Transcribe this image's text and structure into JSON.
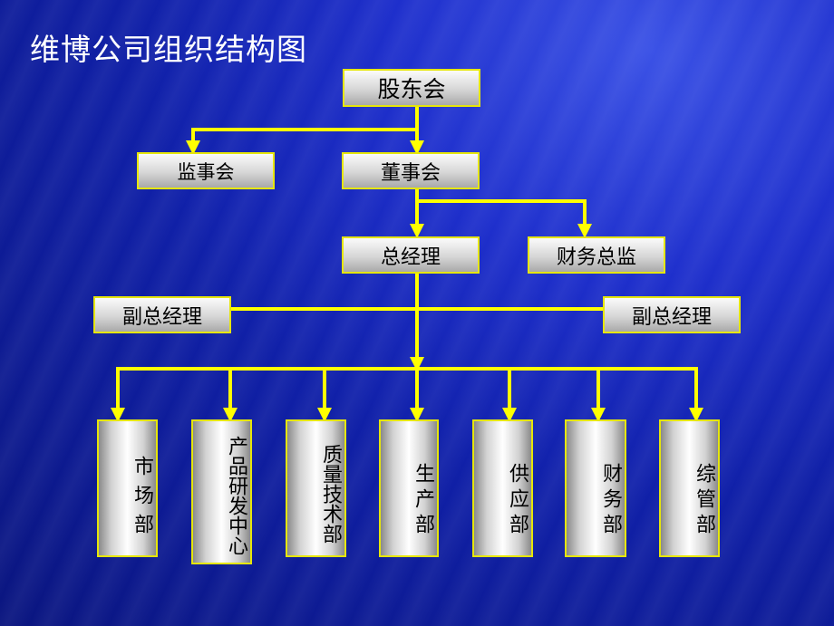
{
  "title": "维博公司组织结构图",
  "nodes": {
    "shareholders": "股东会",
    "supervisors": "监事会",
    "board": "董事会",
    "gm": "总经理",
    "cfo": "财务总监",
    "vgm_left": "副总经理",
    "vgm_right": "副总经理"
  },
  "departments": [
    "市场部",
    "产品研发中心",
    "质量技术部",
    "生产部",
    "供应部",
    "财务部",
    "综管部"
  ],
  "colors": {
    "connector": "#ffff00",
    "box_border": "#e6e60a",
    "title_text": "#ffffff"
  }
}
